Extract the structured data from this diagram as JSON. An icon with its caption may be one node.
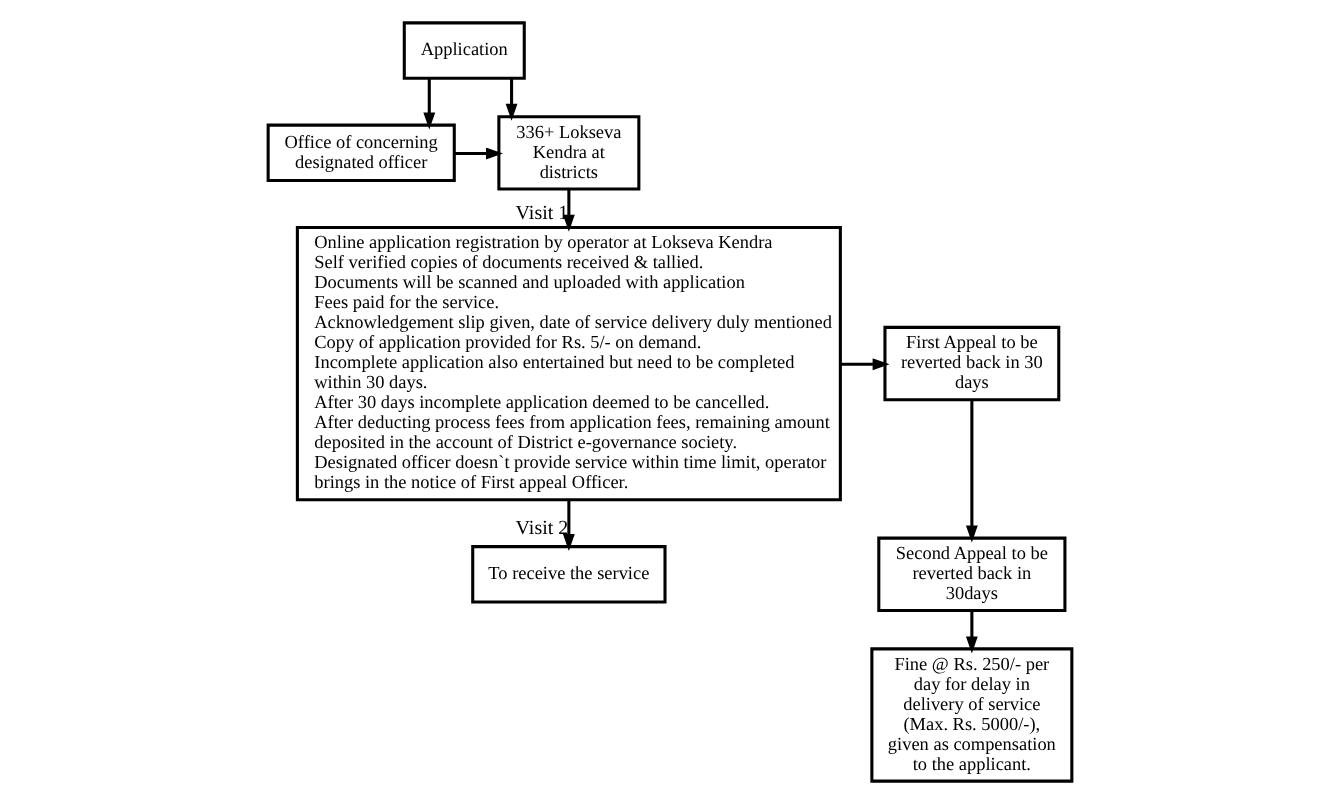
{
  "diagram": {
    "nodes": [
      {
        "text": [
          "Application"
        ]
      },
      {
        "text": [
          "Office of concerning designated officer"
        ]
      },
      {
        "text": [
          "336+ Lokseva Kendra at districts"
        ]
      },
      {
        "text": [
          "Online application registration by operator at Lokseva Kendra",
          "Self verified copies of documents received & tallied.",
          "Documents will be scanned and uploaded with application",
          "Fees paid for the service.",
          "Acknowledgement slip given, date of service delivery duly mentioned",
          "Copy of application provided for Rs. 5/- on demand.",
          "Incomplete application also entertained but need to be completed within 30 days.",
          "After 30 days incomplete application deemed to be cancelled.",
          "After deducting process fees from application fees, remaining amount deposited in the account of District e-governance society.",
          "Designated officer doesn`t provide service within time limit, operator brings in the notice of First appeal Officer."
        ]
      },
      {
        "text": [
          "First Appeal to be reverted back in 30 days"
        ]
      },
      {
        "text": [
          "Second Appeal to be reverted back in 30days"
        ]
      },
      {
        "text": [
          "Fine @ Rs. 250/- per day for delay in delivery of service (Max. Rs. 5000/-), given as compensation to the applicant."
        ]
      },
      {
        "text": [
          "To receive the service"
        ]
      }
    ],
    "edges": [
      {
        "from": 0,
        "to": 1,
        "arrow": "to"
      },
      {
        "from": 0,
        "to": 2,
        "arrow": "to"
      },
      {
        "from": 1,
        "to": 2,
        "arrow": "to"
      },
      {
        "from": 2,
        "to": 3,
        "arrow": "to",
        "label": "Visit 1"
      },
      {
        "from": 3,
        "to": 4,
        "arrow": "to"
      },
      {
        "from": 4,
        "to": 5,
        "arrow": "to"
      },
      {
        "from": 5,
        "to": 6,
        "arrow": "to"
      },
      {
        "from": 3,
        "to": 7,
        "arrow": "to",
        "label": "Visit 2"
      }
    ]
  }
}
